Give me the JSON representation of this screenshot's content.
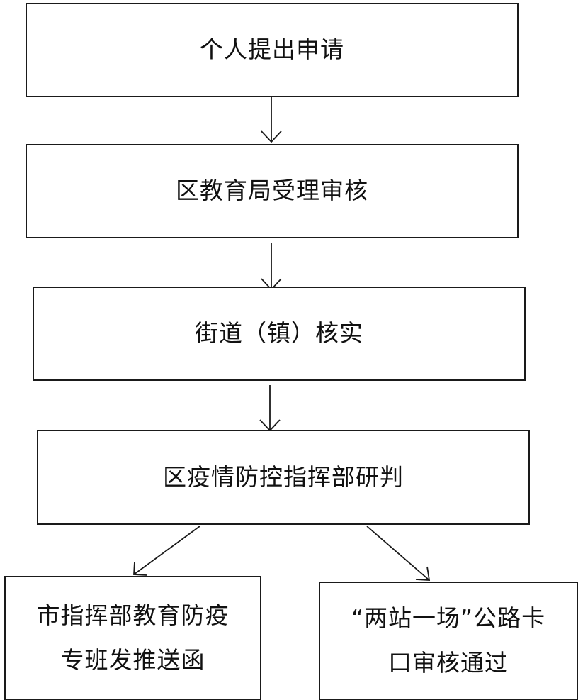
{
  "flowchart": {
    "steps": [
      {
        "lines": [
          "个人提出申请"
        ]
      },
      {
        "lines": [
          "区教育局受理审核"
        ]
      },
      {
        "lines": [
          "街道（镇）核实"
        ]
      },
      {
        "lines": [
          "区疫情防控指挥部研判"
        ]
      },
      {
        "lines": [
          "市指挥部教育防疫",
          "专班发推送函"
        ]
      },
      {
        "lines": [
          "“两站一场”公路卡",
          "口审核通过"
        ]
      }
    ]
  }
}
